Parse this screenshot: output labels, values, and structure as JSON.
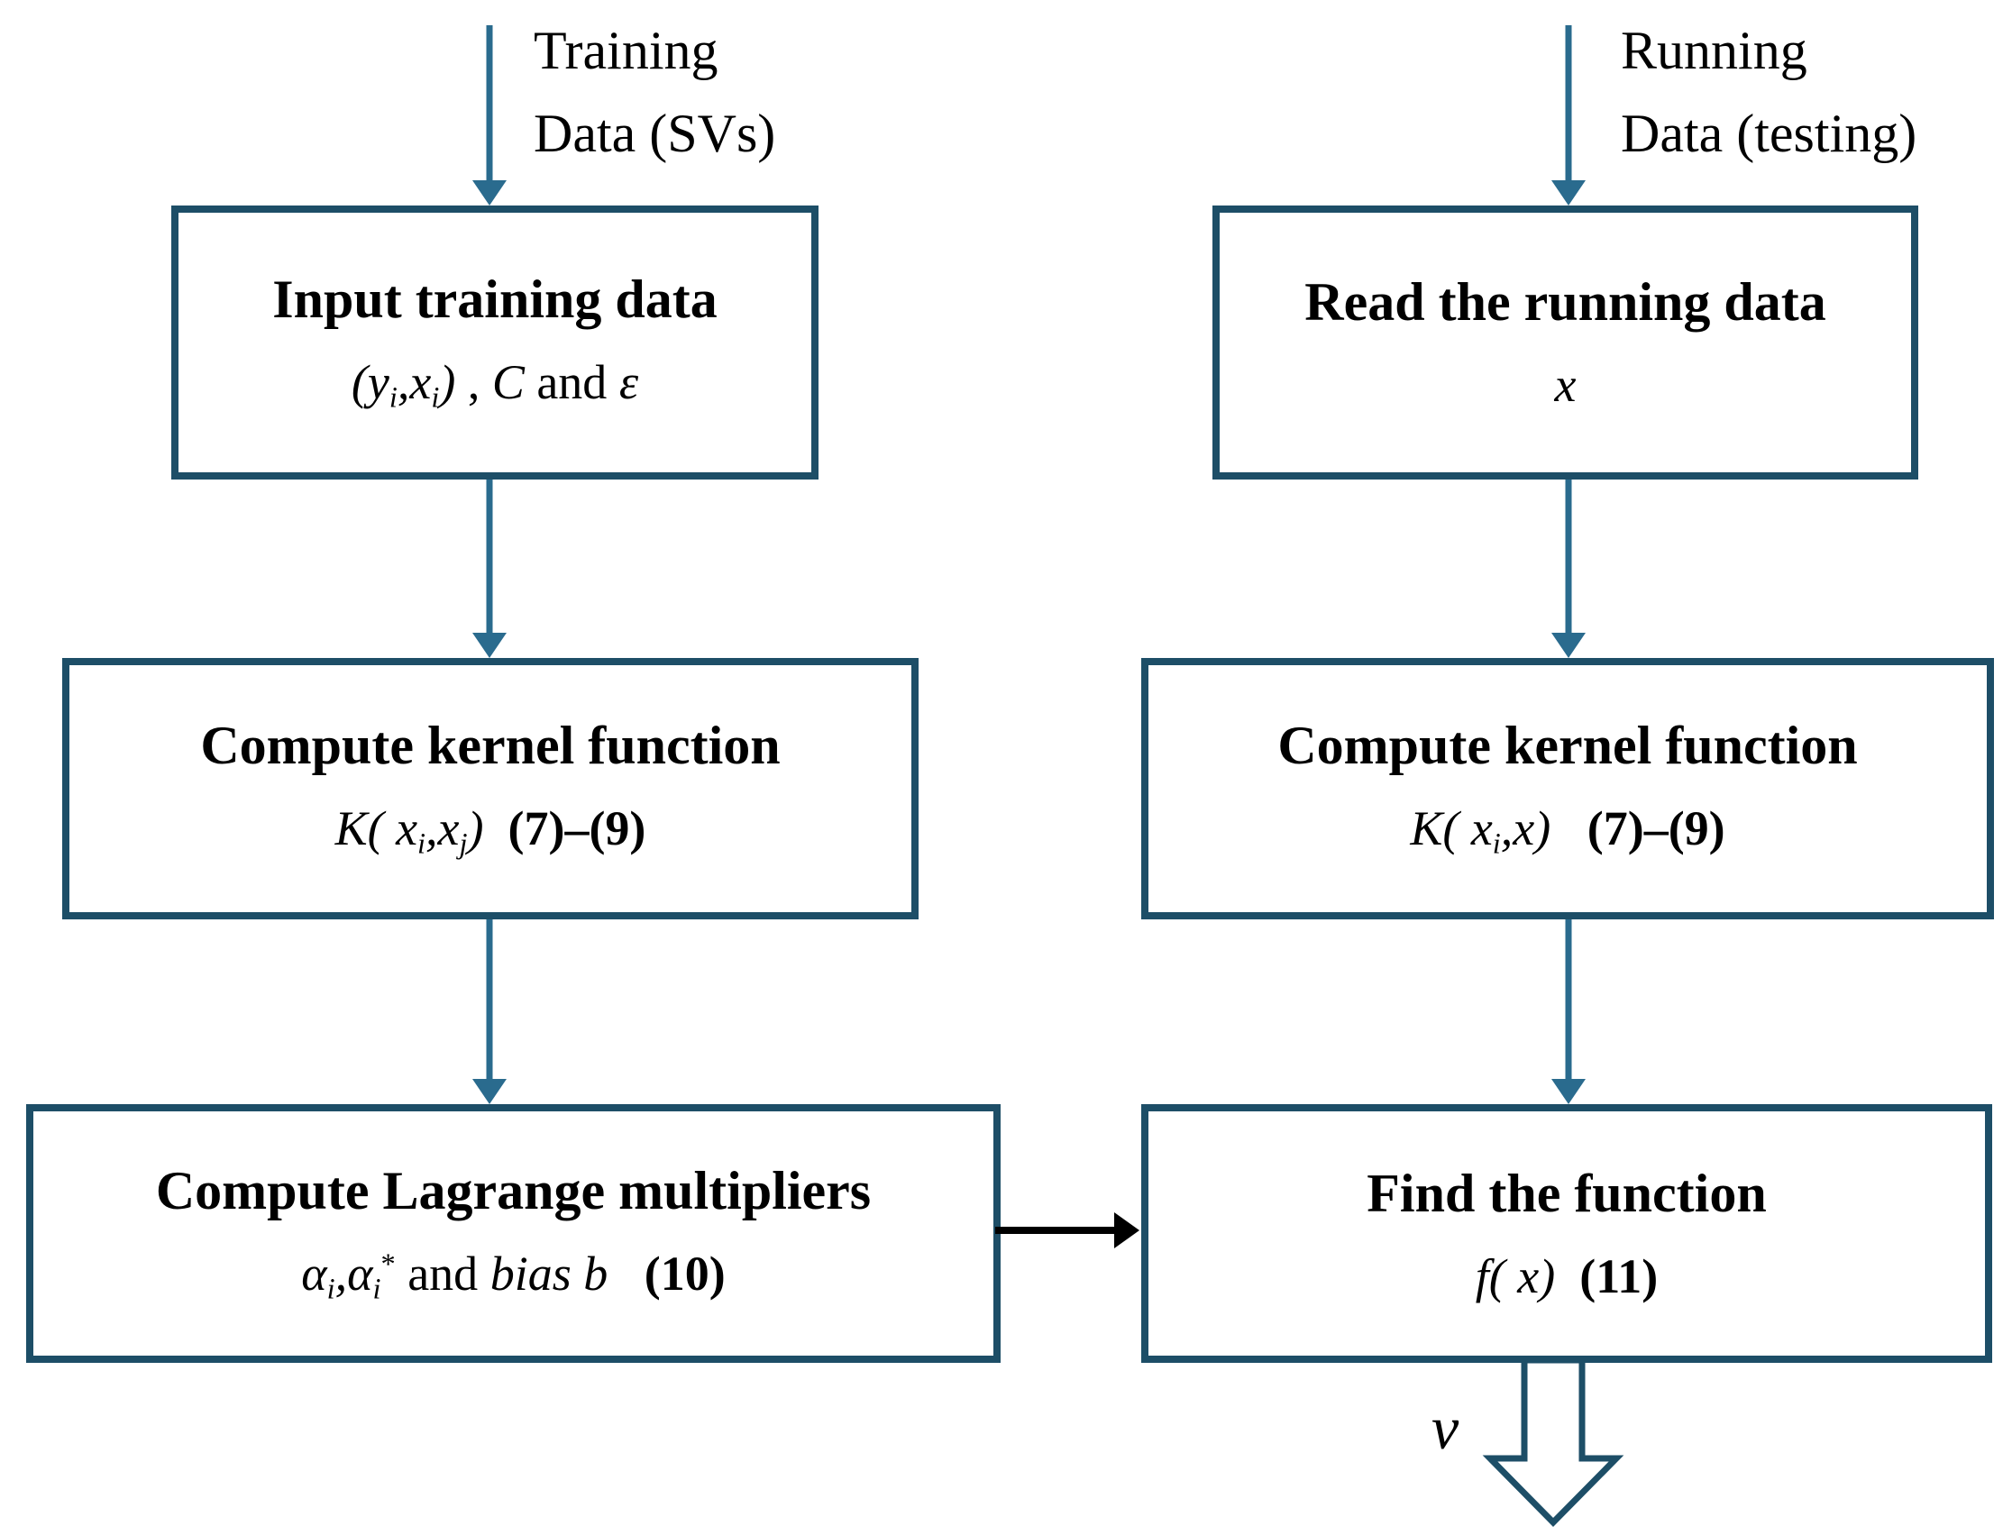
{
  "colors": {
    "border": "#1d4e67",
    "arrow": "#2a6b8e",
    "black": "#000000",
    "bg": "#ffffff",
    "text": "#000000"
  },
  "left": {
    "source_label_line1": "Training",
    "source_label_line2": "Data (SVs)",
    "boxes": [
      {
        "title": "Input training data",
        "formula": [
          {
            "t": "(y",
            "s": "i"
          },
          {
            "t": "i",
            "s": "sub"
          },
          {
            "t": ",x",
            "s": "i"
          },
          {
            "t": "i",
            "s": "sub"
          },
          {
            "t": ")",
            "s": "i"
          },
          {
            "t": " , ",
            "s": "n"
          },
          {
            "t": "C",
            "s": "i"
          },
          {
            "t": " and ",
            "s": "n"
          },
          {
            "t": "ε",
            "s": "i"
          }
        ]
      },
      {
        "title": "Compute kernel function",
        "formula": [
          {
            "t": "K( x",
            "s": "i"
          },
          {
            "t": "i",
            "s": "sub"
          },
          {
            "t": ",x",
            "s": "i"
          },
          {
            "t": "j",
            "s": "sub"
          },
          {
            "t": ")",
            "s": "i"
          },
          {
            "t": "  ",
            "s": "n"
          },
          {
            "t": "(7)–(9)",
            "s": "b"
          }
        ]
      },
      {
        "title": "Compute Lagrange multipliers",
        "formula": [
          {
            "t": "α",
            "s": "i"
          },
          {
            "t": "i",
            "s": "sub"
          },
          {
            "t": ",α",
            "s": "i"
          },
          {
            "t": "i",
            "s": "sub"
          },
          {
            "t": "*",
            "s": "sup"
          },
          {
            "t": " and ",
            "s": "n"
          },
          {
            "t": "bias b",
            "s": "i"
          },
          {
            "t": "   ",
            "s": "n"
          },
          {
            "t": "(10)",
            "s": "b"
          }
        ]
      }
    ]
  },
  "right": {
    "source_label_line1": "Running",
    "source_label_line2": "Data (testing)",
    "boxes": [
      {
        "title": "Read the running data",
        "formula": [
          {
            "t": "x",
            "s": "i"
          }
        ]
      },
      {
        "title": "Compute kernel function",
        "formula": [
          {
            "t": "K( x",
            "s": "i"
          },
          {
            "t": "i",
            "s": "sub"
          },
          {
            "t": ",x)",
            "s": "i"
          },
          {
            "t": "   ",
            "s": "n"
          },
          {
            "t": "(7)–(9)",
            "s": "b"
          }
        ]
      },
      {
        "title": "Find the function",
        "formula": [
          {
            "t": "f( x)",
            "s": "i"
          },
          {
            "t": "  ",
            "s": "n"
          },
          {
            "t": "(11)",
            "s": "b"
          }
        ]
      }
    ]
  },
  "output_label": "v"
}
